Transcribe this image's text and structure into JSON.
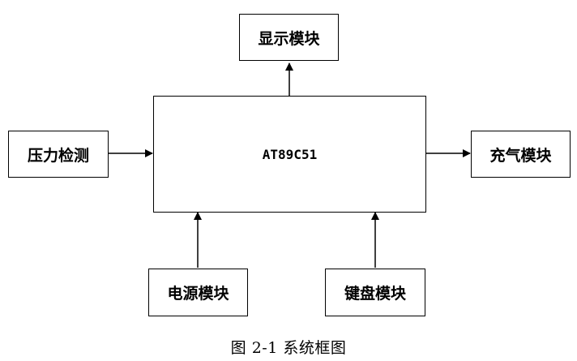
{
  "blocks": {
    "display": "显示模块",
    "pressure": "压力检测",
    "mcu": "AT89C51",
    "inflate": "充气模块",
    "power": "电源模块",
    "keyboard": "键盘模块"
  },
  "caption": "图  2-1 系统框图"
}
